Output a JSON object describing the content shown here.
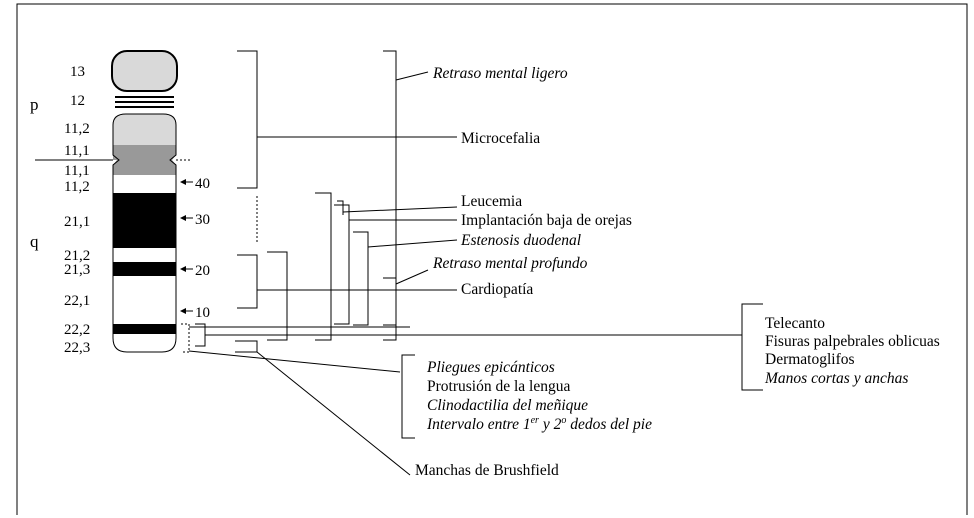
{
  "arms": {
    "p": "p",
    "q": "q"
  },
  "bands": [
    {
      "label": "13"
    },
    {
      "label": "12"
    },
    {
      "label": "11,2"
    },
    {
      "label": "11,1"
    },
    {
      "label": "11,1"
    },
    {
      "label": "11,2"
    },
    {
      "label": "21,1"
    },
    {
      "label": "21,2"
    },
    {
      "label": "21,3"
    },
    {
      "label": "22,1"
    },
    {
      "label": "22,2"
    },
    {
      "label": "22,3"
    }
  ],
  "markers": [
    "40",
    "30",
    "20",
    "10"
  ],
  "traits": {
    "retraso_ligero": "Retraso mental ligero",
    "microcefalia": "Microcefalia",
    "leucemia": "Leucemia",
    "implantacion": "Implantación baja de orejas",
    "estenosis": "Estenosis duodenal",
    "retraso_profundo": "Retraso mental profundo",
    "cardiopatia": "Cardiopatía",
    "pliegues": "Pliegues epicánticos",
    "protrusion": "Protrusión de la lengua",
    "clinodactilia": "Clinodactilia del meñique",
    "intervalo": {
      "prefix": "Intervalo entre 1",
      "sup1": "er",
      "mid": " y 2",
      "sup2": "o",
      "suffix": " dedos del pie"
    },
    "manchas": "Manchas de Brushfield",
    "telecanto": "Telecanto",
    "fisuras": "Fisuras palpebrales oblicuas",
    "dermatoglifos": "Dermatoglifos",
    "manos": "Manos cortas y anchas"
  }
}
